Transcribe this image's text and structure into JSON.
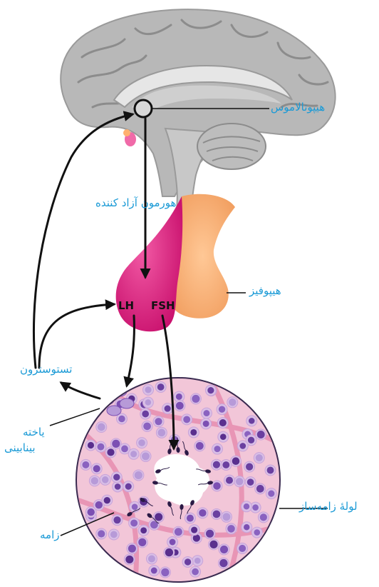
{
  "labels": {
    "hypothalamus": "هیپوتالاموس",
    "releasing_hormone": "هورمون آزاد کننده",
    "pituitary": "هیپوفیز",
    "testosterone": "تستوسترون",
    "interstitial_cell_line1": "یاخته",
    "interstitial_cell_line2": "بینابینی",
    "seminiferous_tubule": "لولهٔ زامه‌ساز",
    "sperm": "زامه"
  },
  "hormones": {
    "lh": "LH",
    "fsh": "FSH"
  },
  "colors": {
    "label_blue": "#1a9ad6",
    "brain_gray": "#b3b3b3",
    "anterior_pituitary": "#e0157a",
    "posterior_pituitary": "#f7b27a",
    "tubule_bg": "#f2c6d8",
    "cell_purple": "#6a3fa0",
    "arrow": "#111111"
  }
}
